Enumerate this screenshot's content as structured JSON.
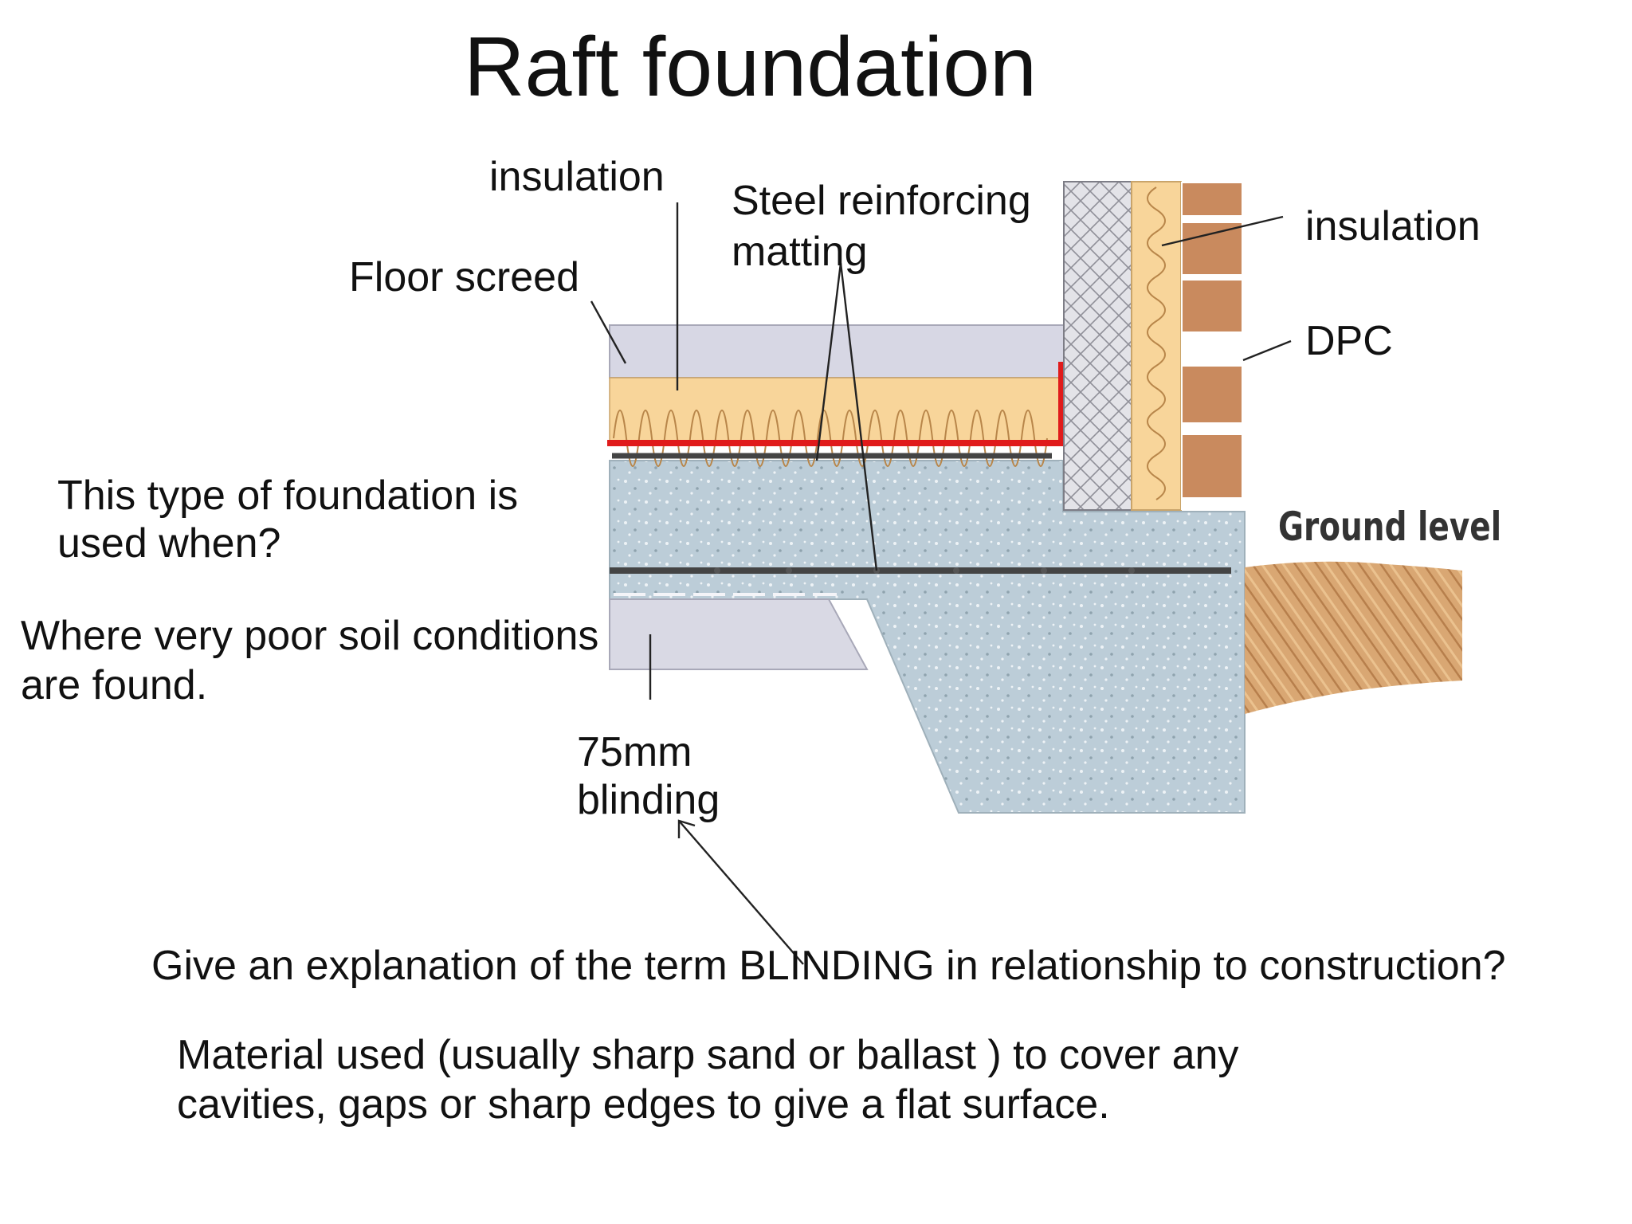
{
  "slide": {
    "title": "Raft foundation"
  },
  "diagram": {
    "labels": {
      "insulation_floor": "insulation",
      "steel_reinforcing_line1": "Steel reinforcing",
      "steel_reinforcing_line2": "matting",
      "insulation_wall": "insulation",
      "floor_screed": "Floor screed",
      "dpc": "DPC",
      "ground_level": "Ground level",
      "blinding_line1": "75mm",
      "blinding_line2": "blinding"
    },
    "colors": {
      "screed": "#d7d7e4",
      "insulation": "#f8d59a",
      "dpc": "#e01b1b",
      "concrete": "#bccdd8",
      "brick": "#c98a5e",
      "blockwork": "#e3e3e8",
      "soil": "#d9a773",
      "rebar": "#444444"
    }
  },
  "questions": {
    "q1_line1": "This type of foundation is",
    "q1_line2": "used when?",
    "a1_line1": "Where very poor soil conditions",
    "a1_line2": "are found.",
    "q2": "Give an explanation of the term BLINDING  in relationship to construction?",
    "a2_line1": "Material used (usually sharp sand or ballast ) to cover any",
    "a2_line2": "cavities, gaps or sharp edges to give a flat surface."
  }
}
